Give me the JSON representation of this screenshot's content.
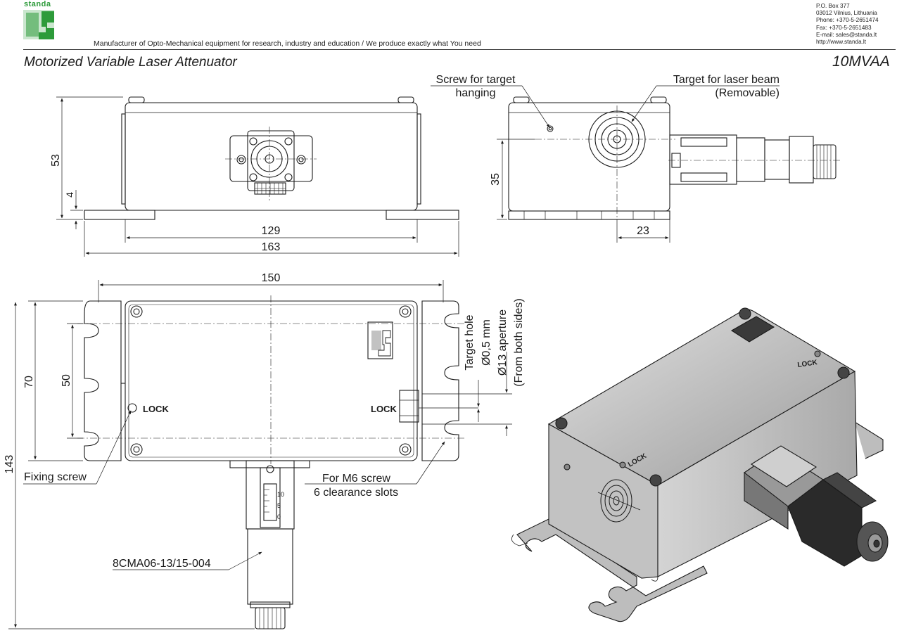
{
  "header": {
    "brand": "standa",
    "tagline": "Manufacturer of Opto-Mechanical equipment for research, industry and education / We produce exactly what You need",
    "title": "Motorized Variable Laser Attenuator",
    "model": "10MVAA",
    "contact": [
      "P.O. Box 377",
      "03012 Vilnius, Lithuania",
      "Phone: +370-5-2651474",
      "Fax: +370-5-2651483",
      "E-mail: sales@standa.lt",
      "http://www.standa.lt"
    ]
  },
  "colors": {
    "brand_green": "#2d9b3a",
    "line": "#1a1a1a",
    "body_gray": "#c9c9c9"
  },
  "dimensions": {
    "front_height": "53",
    "front_base": "4",
    "front_body_width": "129",
    "front_base_width": "163",
    "side_axis_height": "35",
    "side_offset": "23",
    "top_width": "150",
    "top_height": "70",
    "top_hole_spacing": "50",
    "overall_length": "143"
  },
  "callouts": {
    "screw_target_line1": "Screw for target",
    "screw_target_line2": "hanging",
    "target_beam_line1": "Target for laser beam",
    "target_beam_line2": "(Removable)",
    "target_hole": "Target hole",
    "hole_diameter": "Ø0,5 mm",
    "aperture": "Ø13 aperture",
    "both_sides": "(From both sides)",
    "fixing_screw": "Fixing screw",
    "m6_line1": "For M6 screw",
    "m6_line2": "6 clearance slots",
    "actuator": "8CMA06-13/15-004"
  },
  "labels": {
    "lock": "LOCK",
    "scale_10": "10",
    "scale_5": "5",
    "scale_0": "0"
  }
}
